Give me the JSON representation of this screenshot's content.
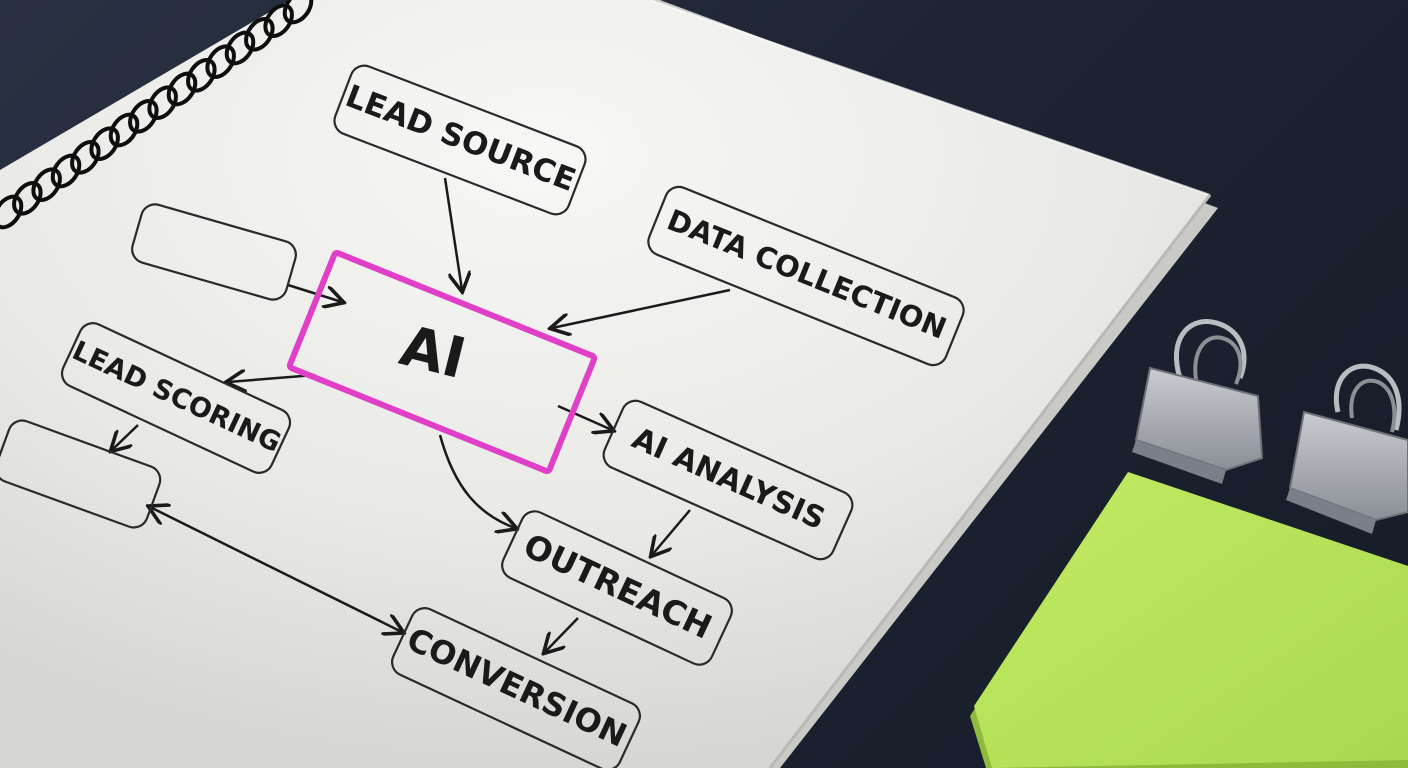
{
  "diagram": {
    "nodes": {
      "lead_source": "LEAD SOURCE",
      "data_collection": "DATA COLLECTION",
      "ai": "AI",
      "lead_scoring": "LEAD SCORING",
      "ai_analysis": "AI ANALYSIS",
      "outreach": "OUTREACH",
      "conversion": "CONVERSION"
    }
  },
  "colors": {
    "highlight": "#e040c8",
    "paper": "#ececea",
    "desk": "#1e2433",
    "sticky_note": "#b7e35a"
  },
  "objects": [
    "spiral-notebook",
    "binder-clip",
    "binder-clip",
    "sticky-note"
  ]
}
